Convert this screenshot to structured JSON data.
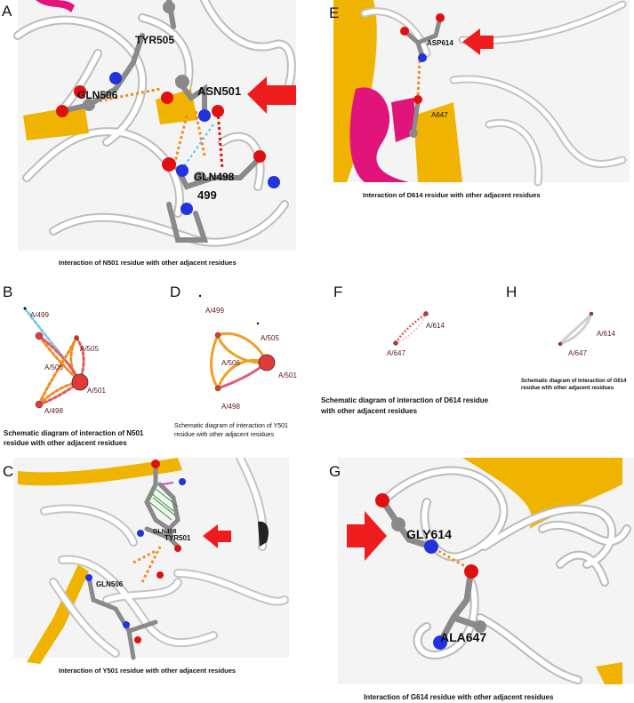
{
  "panels": {
    "A": {
      "letter": "A",
      "caption": "Interaction of N501 residue with other adjacent residues",
      "residues": [
        "TYR505",
        "GLN506",
        "ASN501",
        "GLN498",
        "499"
      ]
    },
    "B": {
      "letter": "B",
      "caption_line1": "Schematic diagram of interaction of N501",
      "caption_line2": "residue with other adjacent residues",
      "nodes": [
        "A/499",
        "A/505",
        "A/506",
        "A/501",
        "A/498"
      ]
    },
    "C": {
      "letter": "C",
      "caption": "Interaction of Y501 residue with other adjacent residues",
      "residues": [
        "GLN498",
        "TYR501",
        "GLN506"
      ]
    },
    "D": {
      "letter": "D",
      "caption_line1": "Schematic diagram of interaction of Y501",
      "caption_line2": "residue with other adjacent residues",
      "nodes": [
        "A/499",
        "A/505",
        "A/506",
        "A/501",
        "A/498"
      ]
    },
    "E": {
      "letter": "E",
      "caption": "Interaction of D614 residue with other adjacent residues",
      "residues": [
        "ASP614",
        "A647"
      ]
    },
    "F": {
      "letter": "F",
      "caption_line1": "Schematic diagram of interaction of D614 residue",
      "caption_line2": "with other adjacent residues",
      "nodes": [
        "A/614",
        "A/647"
      ]
    },
    "G": {
      "letter": "G",
      "caption": "Interaction of G614 residue with other adjacent residues",
      "residues": [
        "GLY614",
        "ALA647"
      ]
    },
    "H": {
      "letter": "H",
      "caption_line1": "Schematic diagram of Interaction of G614",
      "caption_line2": "residue with other adjacent residues",
      "nodes": [
        "A/614",
        "A/647"
      ]
    }
  },
  "colors": {
    "helix": "#e0147a",
    "strand": "#f0b400",
    "ribbon": "#ffffff",
    "arrow": "#ee1c1c",
    "hbond": "#f08c1e",
    "atom_carbon": "#8a8a8a",
    "atom_oxygen": "#e01010",
    "atom_nitrogen": "#2233dd"
  }
}
